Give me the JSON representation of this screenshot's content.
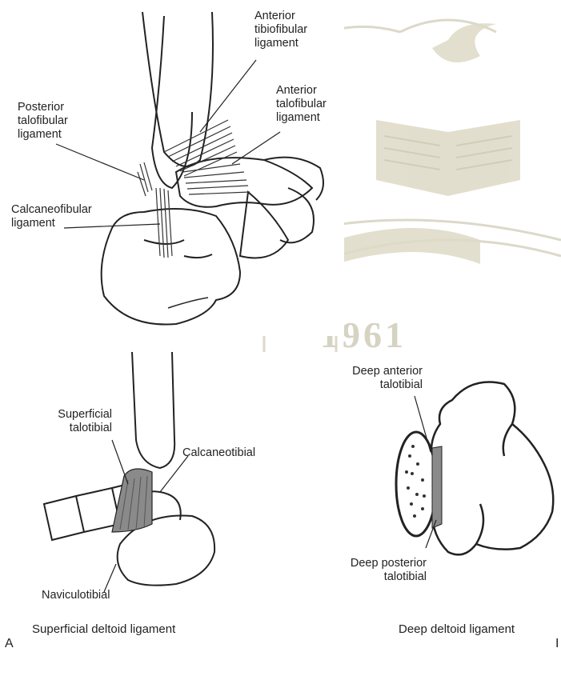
{
  "figure": {
    "panel_a_letter": "A",
    "panel_b_letter": "I"
  },
  "watermark": {
    "year": "1961"
  },
  "top_panel": {
    "labels": {
      "anterior_tibiofibular": [
        "Anterior",
        "tibiofibular",
        "ligament"
      ],
      "anterior_talofibular": [
        "Anterior",
        "talofibular",
        "ligament"
      ],
      "posterior_talofibular": [
        "Posterior",
        "talofibular",
        "ligament"
      ],
      "calcaneofibular": [
        "Calcaneofibular",
        "ligament"
      ]
    }
  },
  "bottom_left_panel": {
    "caption": "Superficial deltoid ligament",
    "labels": {
      "superficial_talotibial": [
        "Superficial",
        "talotibial"
      ],
      "calcaneotibial": "Calcaneotibial",
      "naviculotibial": "Naviculotibial"
    }
  },
  "bottom_right_panel": {
    "caption": "Deep deltoid ligament",
    "labels": {
      "deep_anterior_talotibial": [
        "Deep anterior",
        "talotibial"
      ],
      "deep_posterior_talotibial": [
        "Deep posterior",
        "talotibial"
      ]
    }
  },
  "colors": {
    "watermark": "#c9c6b0",
    "ink": "#222222",
    "ligament_shade": "#8a8a8a"
  }
}
